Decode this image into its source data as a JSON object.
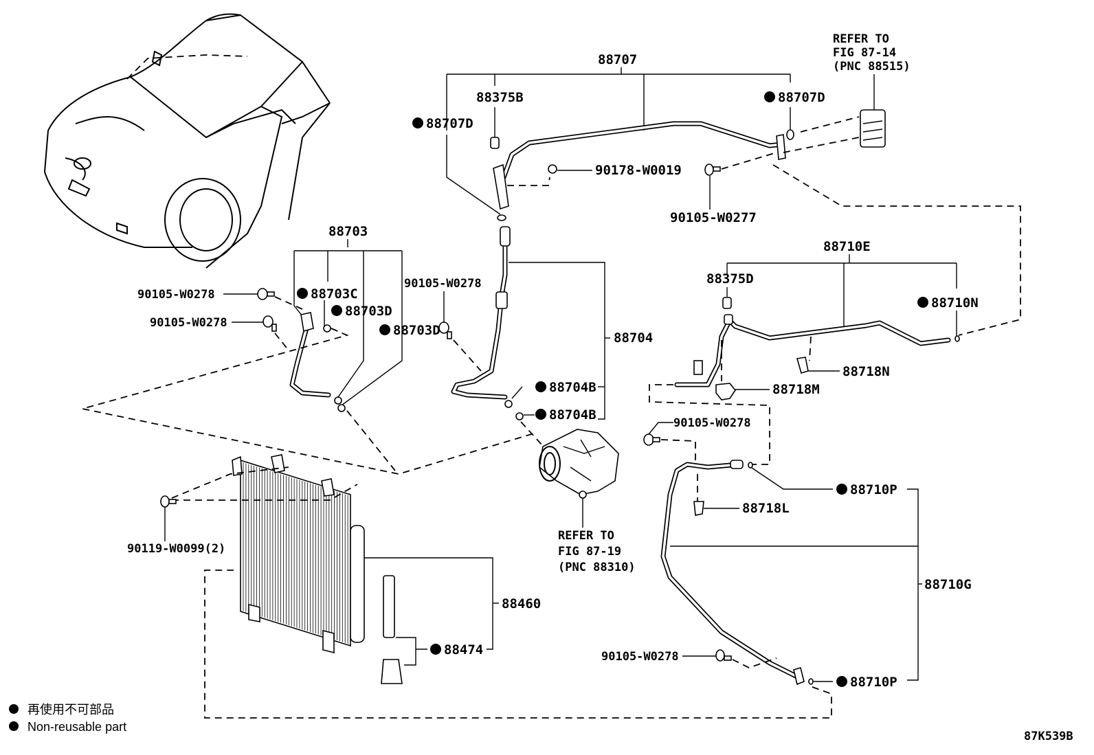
{
  "diagram": {
    "figure_id": "87K539B",
    "legend": {
      "symbol": "filled-circle",
      "lines": [
        "再使用不可部品",
        "Non-reusable part"
      ]
    },
    "labels": {
      "p88707": "88707",
      "p88375B": "88375B",
      "p88707D_left": "88707D",
      "p88707D_right": "88707D",
      "p90178": "90178-W0019",
      "p90105_W0277": "90105-W0277",
      "refer_top": [
        "REFER TO",
        "FIG 87-14",
        "(PNC 88515)"
      ],
      "p88703": "88703",
      "p88703C": "88703C",
      "p88703D_1": "88703D",
      "p88703D_2": "88703D",
      "p90105_a": "90105-W0278",
      "p90105_b": "90105-W0278",
      "p90105_c": "90105-W0278",
      "p88704": "88704",
      "p88704B_1": "88704B",
      "p88704B_2": "88704B",
      "refer_compressor": [
        "REFER TO",
        "FIG 87-19",
        "(PNC 88310)"
      ],
      "p88710E": "88710E",
      "p88375D": "88375D",
      "p88710N": "88710N",
      "p88718N": "88718N",
      "p88718M": "88718M",
      "p90105_d": "90105-W0278",
      "p88710P_1": "88710P",
      "p88718L": "88718L",
      "p88710G": "88710G",
      "p90105_e": "90105-W0278",
      "p88710P_2": "88710P",
      "p90119": "90119-W0099(2)",
      "p88460": "88460",
      "p88474": "88474"
    },
    "non_reusable_parts": [
      "88707D",
      "88703C",
      "88703D",
      "88704B",
      "88710N",
      "88710P",
      "88474"
    ]
  }
}
